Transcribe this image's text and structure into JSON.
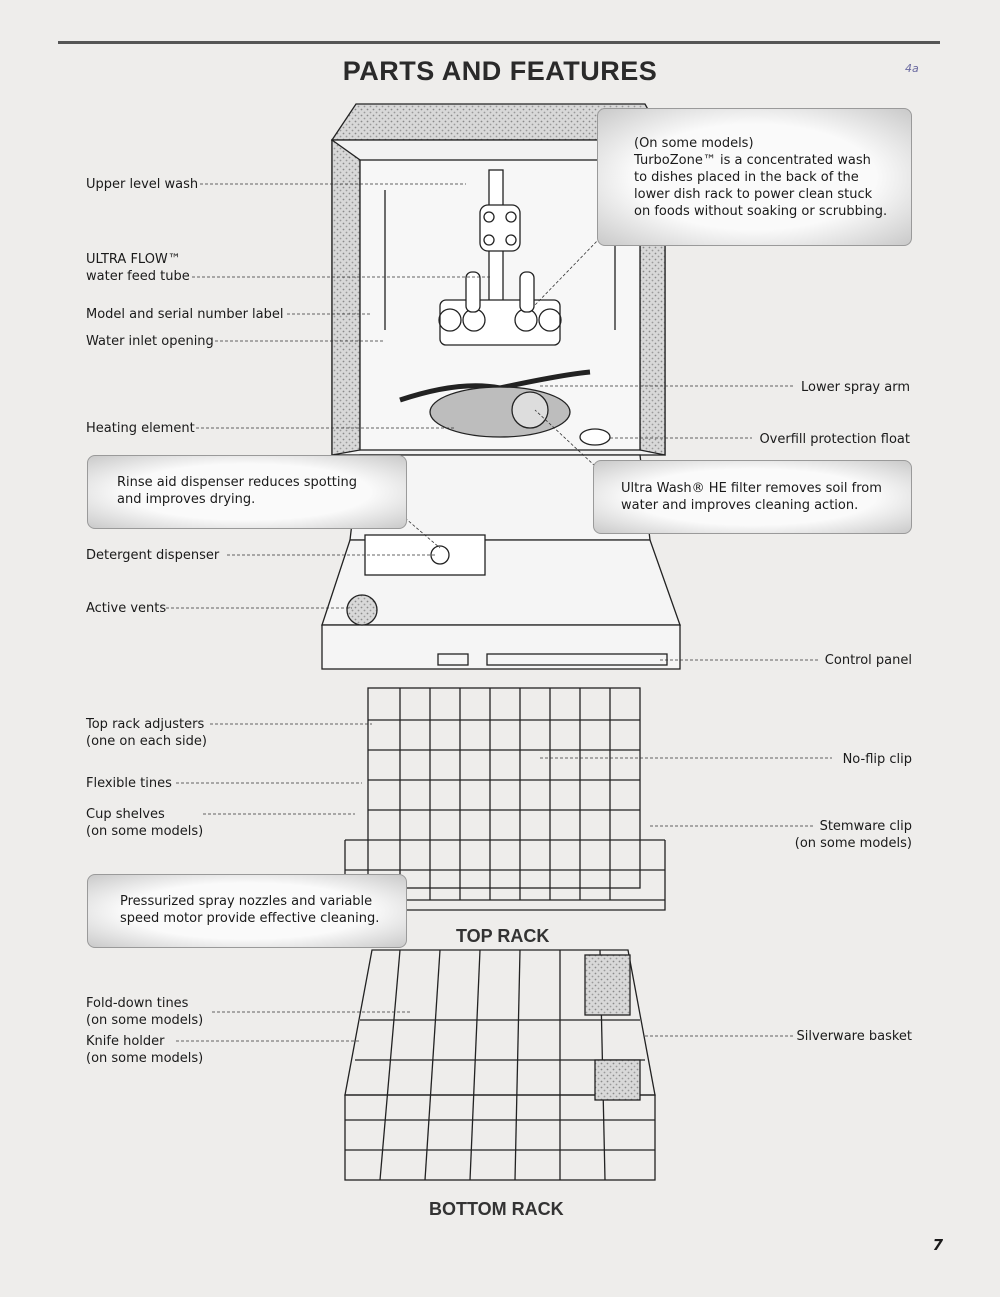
{
  "title": "PARTS AND FEATURES",
  "handwritten_mark": "4a",
  "labels": {
    "upper_level_wash": "Upper level wash",
    "ultra_flow_1": "ULTRA FLOW™",
    "ultra_flow_2": "water feed tube",
    "model_serial": "Model and serial number label",
    "water_inlet": "Water inlet opening",
    "heating_element": "Heating element",
    "detergent_dispenser": "Detergent dispenser",
    "active_vents": "Active vents",
    "lower_spray_arm": "Lower spray arm",
    "overfill_float": "Overfill protection float",
    "control_panel": "Control panel",
    "top_rack_adjusters_1": "Top rack adjusters",
    "top_rack_adjusters_2": "(one on each side)",
    "flexible_tines": "Flexible tines",
    "cup_shelves_1": "Cup shelves",
    "cup_shelves_2": "(on some models)",
    "no_flip_clip": "No-flip clip",
    "stemware_clip_1": "Stemware clip",
    "stemware_clip_2": "(on some models)",
    "fold_down_tines_1": "Fold-down tines",
    "fold_down_tines_2": "(on some models)",
    "knife_holder_1": "Knife holder",
    "knife_holder_2": "(on some models)",
    "silverware_basket": "Silverware basket"
  },
  "callouts": {
    "turbozone": [
      "(On some models)",
      "TurboZone™ is a concentrated wash",
      "to dishes placed in the back of the",
      "lower dish rack to power clean stuck",
      "on foods without soaking or scrubbing."
    ],
    "rinse_aid": [
      "Rinse aid dispenser reduces spotting",
      "and improves drying."
    ],
    "ultra_wash": [
      "Ultra Wash® HE filter removes soil from",
      "water and improves cleaning action."
    ],
    "pressurized": [
      "Pressurized spray nozzles and variable",
      "speed motor provide effective cleaning."
    ]
  },
  "rack_titles": {
    "top": "TOP RACK",
    "bottom": "BOTTOM RACK"
  },
  "page_number": "7"
}
